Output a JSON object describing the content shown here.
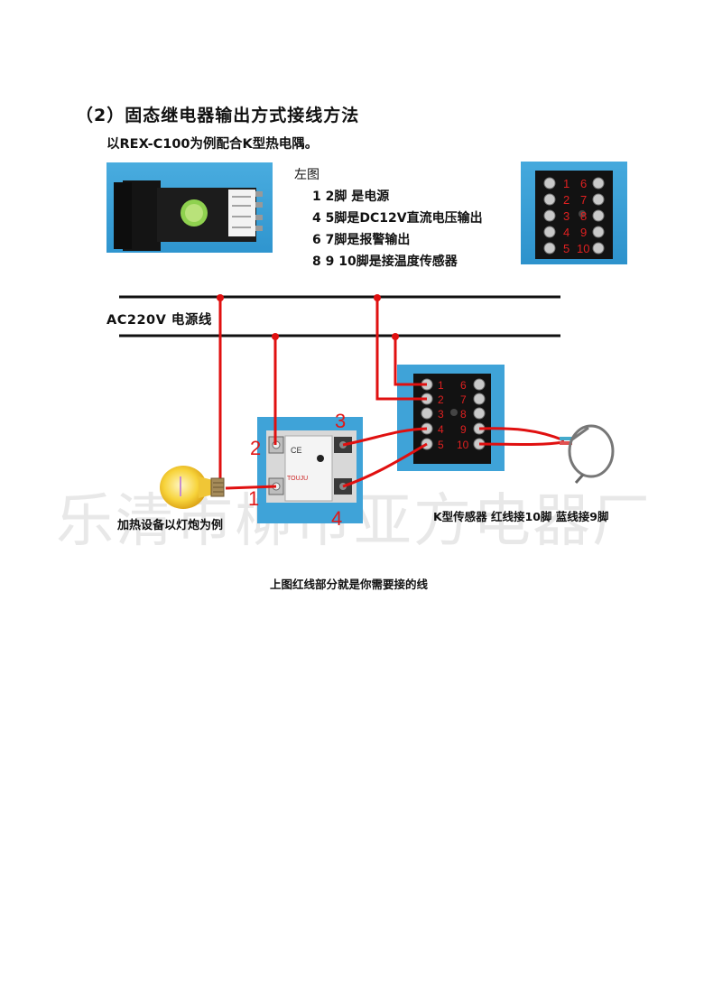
{
  "document": {
    "title": "（2）固态继电器输出方式接线方法",
    "subtitle": "以REX-C100为例配合K型热电隅。"
  },
  "pin_legend": {
    "heading": "左图",
    "rows": [
      "1  2脚 是电源",
      "4  5脚是DC12V直流电压输出",
      "6  7脚是报警输出",
      "8  9 10脚是接温度传感器"
    ]
  },
  "photos": {
    "controller": "controller-side-photo",
    "socket_pins_left": [
      "1",
      "2",
      "3",
      "4",
      "5"
    ],
    "socket_pins_right": [
      "6",
      "7",
      "8",
      "9",
      "10"
    ]
  },
  "diagram": {
    "power_line_label": "AC220V 电源线",
    "ssr_terminals": [
      "1",
      "2",
      "3",
      "4"
    ],
    "controller_pins_left": [
      "1",
      "2",
      "3",
      "4",
      "5"
    ],
    "controller_pins_right": [
      "6",
      "7",
      "8",
      "9",
      "10"
    ],
    "lamp_caption": "加热设备以灯炮为例",
    "sensor_caption": "K型传感器 红线接10脚 蓝线接9脚",
    "wire_color": "#e01010",
    "line_color": "#111111",
    "photo_bg_color": "#3fa3d8"
  },
  "watermark": "乐清市柳市亚方电器厂",
  "footnote": "上图红线部分就是你需要接的线"
}
